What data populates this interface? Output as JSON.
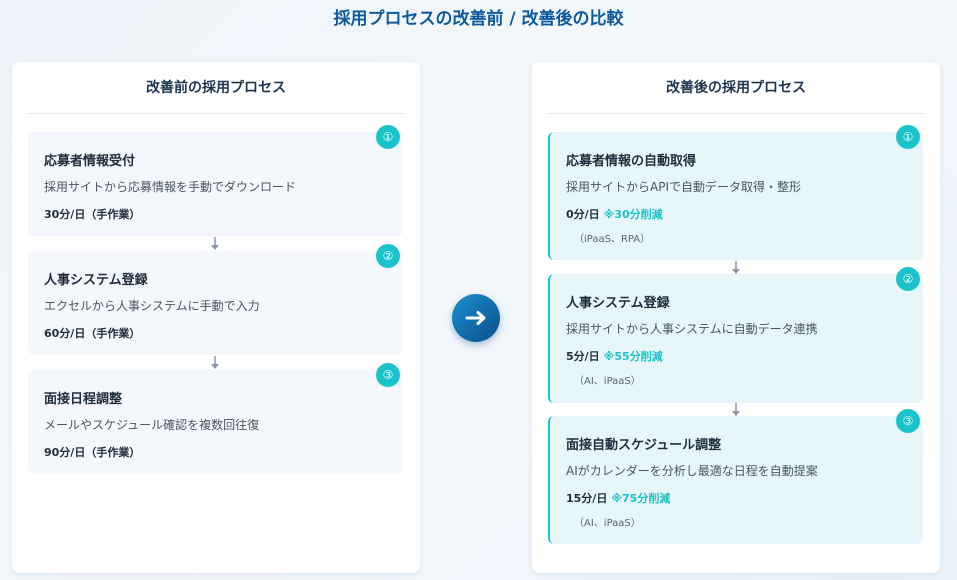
{
  "page_title": "採用プロセスの改善前 / 改善後の比較",
  "before": {
    "title": "改善前の採用プロセス",
    "steps": [
      {
        "badge": "①",
        "title": "応募者情報受付",
        "desc": "採用サイトから応募情報を手動でダウンロード",
        "time": "30分/日（手作業）"
      },
      {
        "badge": "②",
        "title": "人事システム登録",
        "desc": "エクセルから人事システムに手動で入力",
        "time": "60分/日（手作業）"
      },
      {
        "badge": "③",
        "title": "面接日程調整",
        "desc": "メールやスケジュール確認を複数回往復",
        "time": "90分/日（手作業）"
      }
    ]
  },
  "after": {
    "title": "改善後の採用プロセス",
    "steps": [
      {
        "badge": "①",
        "title": "応募者情報の自動取得",
        "desc": "採用サイトからAPIで自動データ取得・整形",
        "time": "0分/日",
        "reduction": "※30分削減",
        "tools": "（iPaaS、RPA）"
      },
      {
        "badge": "②",
        "title": "人事システム登録",
        "desc": "採用サイトから人事システムに自動データ連携",
        "time": "5分/日",
        "reduction": "※55分削減",
        "tools": "（AI、iPaaS）"
      },
      {
        "badge": "③",
        "title": "面接自動スケジュール調整",
        "desc": "AIがカレンダーを分析し最適な日程を自動提案",
        "time": "15分/日",
        "reduction": "※75分削減",
        "tools": "（AI、iPaaS）"
      }
    ]
  },
  "colors": {
    "accent": "#19c3c9",
    "title": "#0f5a9e",
    "arrow_start": "#1b8fcf",
    "arrow_end": "#0b4f8a"
  },
  "icons": {
    "step_connector": "arrow-down-icon",
    "transition": "arrow-right-icon"
  }
}
